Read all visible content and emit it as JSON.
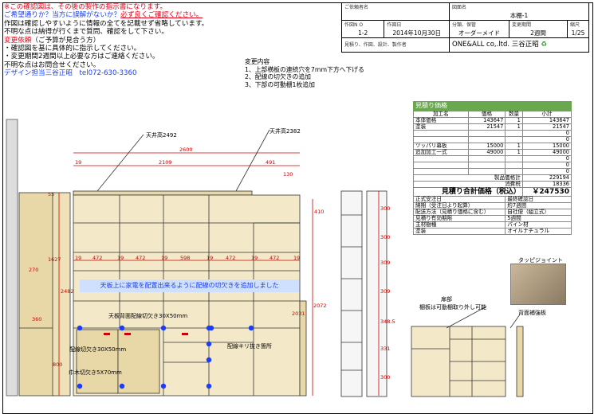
{
  "notes": {
    "line1": "※この確認図は、その後の製作の指示書になります。",
    "line2a": "ご希望通りか？当方に誤解がないか？",
    "line2b": "必ず良くご確認ください。",
    "line3": "作図は確認しやすいように情報の全てを記載せず省略しています。",
    "line4": "不明な点は納得が行くまで質問、確認をして下さい。",
    "line5a": "変更依頼",
    "line5b": "（ご予算が見合う方）",
    "line6": "・確認図を基に具体的に指示してください。",
    "line7": "・変更期間2週間以上必要な方はご連絡ください。",
    "line8": "不明な点はお問合せください。",
    "line9": "デザイン担当三谷正昭　tel072-630-3360"
  },
  "title_block": {
    "customer_label": "ご依頼者名",
    "drawing_label": "図面名",
    "drawing_name": "本棚-1",
    "drawing_no_label": "作図N O",
    "drawing_no": "1-2",
    "date_label": "作図日",
    "date": "2014年10月30日",
    "category_label": "分類、保管",
    "category": "オーダーメイド",
    "period_label": "変更期間",
    "period": "2週間",
    "scale_label": "縮尺",
    "scale": "1/25",
    "company_label": "見積り、作図、設計、製作者",
    "company": "ONE&ALL co,.ltd.  三谷正昭"
  },
  "changes": {
    "title": "変更内容",
    "items": [
      "1、上部横板の連続穴を7mm下方へ下げる",
      "2、配線の切欠きの追加",
      "3、下部の可動棚1枚追加"
    ]
  },
  "estimate": {
    "title": "見積り価格",
    "headers": [
      "加工名",
      "価格",
      "数量",
      "小計"
    ],
    "rows": [
      [
        "本体価格",
        "143647",
        "1",
        "143647"
      ],
      [
        "塗装",
        "21547",
        "1",
        "21547"
      ],
      [
        "",
        "",
        "",
        "0"
      ],
      [
        "",
        "",
        "",
        "0"
      ],
      [
        "ツッパリ幕板",
        "15000",
        "1",
        "15000"
      ],
      [
        "追加加工一式",
        "49000",
        "1",
        "49000"
      ],
      [
        "",
        "",
        "",
        "0"
      ],
      [
        "",
        "",
        "",
        "0"
      ],
      [
        "",
        "",
        "",
        "0"
      ]
    ],
    "subtotal_label": "製品価格計",
    "subtotal": "229194",
    "tax_label": "消費税",
    "tax": "18336",
    "total_label": "見積り合計価格（税込）",
    "total": "￥247530",
    "info": [
      [
        "正式受注日",
        "最終確認日"
      ],
      [
        "納期（受注日より起算）",
        "約7週間"
      ],
      [
        "配送方法（見積り価格に含む）",
        "自社便（組立式）"
      ],
      [
        "見積り有効期限",
        "5週間"
      ],
      [
        "主材樹種",
        "パイン材"
      ],
      [
        "塗装",
        "オイルナチュラル"
      ]
    ]
  },
  "drawing": {
    "ceiling_left": "天井高2492",
    "ceiling_right": "天井高2382",
    "width_total": "2600",
    "width_mid": "2109",
    "d19a": "19",
    "d491": "491",
    "d130": "130",
    "d55": "55",
    "d1627": "1627",
    "d270": "270",
    "d2482": "2482",
    "d360": "360",
    "d800": "800",
    "d2031": "2031",
    "d2072": "2072",
    "d410": "410",
    "row_dims": [
      "19",
      "472",
      "19",
      "472",
      "19",
      "598",
      "19",
      "472",
      "19",
      "472",
      "19"
    ],
    "side_dims": [
      "300",
      "300",
      "309",
      "309",
      "348.5",
      "331",
      "300"
    ],
    "blue_text": "天板上に家電を配置出来るように配線の切欠きを追加しました",
    "label_back": "天板背面配線切欠き30X50mm",
    "label_wiring": "配線切欠き30X50mm",
    "label_baseboard": "巾木切欠き5X70mm",
    "label_drill": "配線キリ抜き箇所",
    "label_door": "扉部",
    "label_shelf": "棚板は可動棚取り外し可能",
    "label_back_board": "背面補強板",
    "label_joint": "タッピジョイント"
  }
}
